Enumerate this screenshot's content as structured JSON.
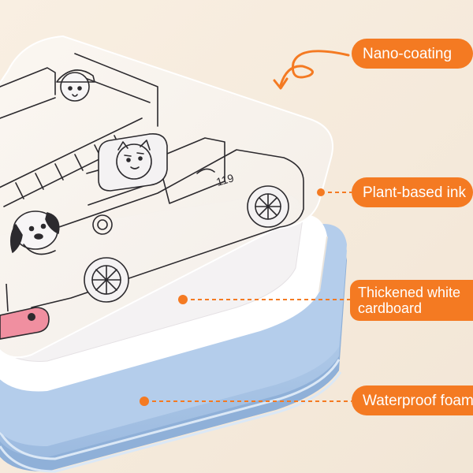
{
  "labels": {
    "nano_coating": "Nano-coating",
    "plant_based_ink": "Plant-based ink",
    "thickened_white_cardboard": "Thickened white cardboard",
    "waterproof_foam": "Waterproof foam"
  },
  "illustration": {
    "truck_number": "119"
  },
  "colors": {
    "background": "#f6ecde",
    "accent_orange": "#f47a22",
    "foam_blue": "#a9c6e8",
    "cardboard_white": "#ffffff"
  }
}
